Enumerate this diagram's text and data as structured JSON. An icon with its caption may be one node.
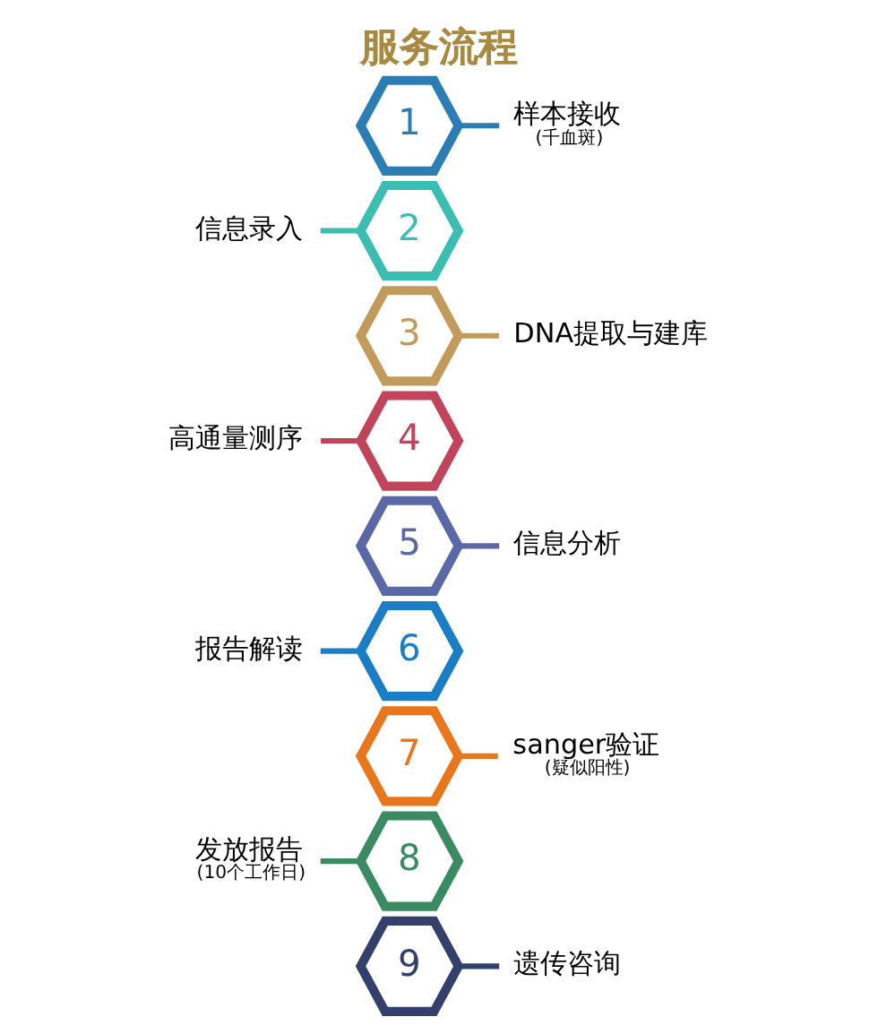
{
  "diagram": {
    "title": "服务流程",
    "nodes": [
      {
        "text": [
          "1"
        ]
      },
      {
        "text": [
          "样本接收"
        ],
        "beside": [
          "(千血斑)"
        ]
      },
      {
        "text": [
          "2"
        ]
      },
      {
        "text": [
          "信息录入"
        ]
      },
      {
        "text": [
          "3"
        ]
      },
      {
        "text": [
          "DNA提取与建库"
        ]
      },
      {
        "text": [
          "4"
        ]
      },
      {
        "text": [
          "高通量测序"
        ]
      },
      {
        "text": [
          "5"
        ]
      },
      {
        "text": [
          "信息分析"
        ]
      },
      {
        "text": [
          "6"
        ]
      },
      {
        "text": [
          "报告解读"
        ]
      },
      {
        "text": [
          "7"
        ]
      },
      {
        "text": [
          "sanger验证"
        ],
        "beside": [
          "(疑似阳性)"
        ]
      },
      {
        "text": [
          "8"
        ]
      },
      {
        "text": [
          "发放报告"
        ],
        "beside": [
          "(10个工作日)"
        ]
      },
      {
        "text": [
          "9"
        ]
      },
      {
        "text": [
          "遗传咨询"
        ]
      }
    ],
    "edges": [
      {
        "from": 0,
        "to": 1,
        "arrow": "none",
        "color": "#2d7db5"
      },
      {
        "from": 2,
        "to": 3,
        "arrow": "none",
        "color": "#3cbdb2"
      },
      {
        "from": 4,
        "to": 5,
        "arrow": "none",
        "color": "#c29b5c"
      },
      {
        "from": 6,
        "to": 7,
        "arrow": "none",
        "color": "#c0455a"
      },
      {
        "from": 8,
        "to": 9,
        "arrow": "none",
        "color": "#5a68a8"
      },
      {
        "from": 10,
        "to": 11,
        "arrow": "none",
        "color": "#1b7ec4"
      },
      {
        "from": 12,
        "to": 13,
        "arrow": "none",
        "color": "#e8761c"
      },
      {
        "from": 14,
        "to": 15,
        "arrow": "none",
        "color": "#3a8a62"
      },
      {
        "from": 16,
        "to": 17,
        "arrow": "none",
        "color": "#33406b"
      }
    ]
  }
}
